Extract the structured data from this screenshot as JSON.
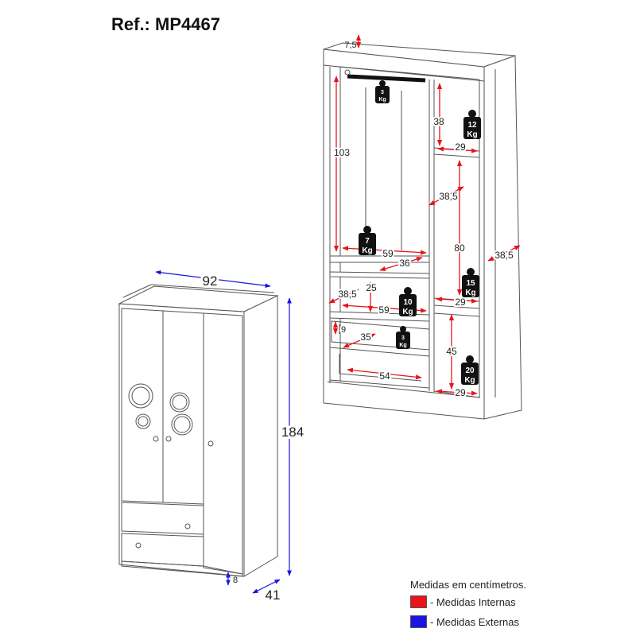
{
  "title": "Ref.: MP4467",
  "colors": {
    "internal": "#e8141a",
    "external": "#1a14e0",
    "line": "#555555",
    "weight": "#111111"
  },
  "legend": {
    "heading": "Medidas em centímetros.",
    "internal_label": "- Medidas Internas",
    "external_label": "- Medidas Externas"
  },
  "external_dims": {
    "width": "92",
    "height": "184",
    "depth": "41",
    "base": "8"
  },
  "internal_dims": {
    "top": "7,5",
    "hang_height": "103",
    "top_shelf_gap": "38",
    "shelf_width_r1": "29",
    "depth_mid": "38,5",
    "right_col_height": "80",
    "side_depth": "38,5",
    "hang_width": "59",
    "shelf_depth": "36",
    "niche_height": "25",
    "niche_depth": "38,5",
    "niche_width": "59",
    "shelf_width_r2": "29",
    "drawer_height": "9",
    "drawer_depth": "35",
    "lower_right_height": "45",
    "drawer_width": "54",
    "shelf_width_r3": "29"
  },
  "weights": {
    "rod": {
      "num": "3",
      "unit": "Kg"
    },
    "shelf_top_right": {
      "num": "12",
      "unit": "Kg"
    },
    "hang_floor": {
      "num": "7",
      "unit": "Kg"
    },
    "right_mid": {
      "num": "15",
      "unit": "Kg"
    },
    "niche": {
      "num": "10",
      "unit": "Kg"
    },
    "drawer": {
      "num": "3",
      "unit": "Kg"
    },
    "right_bottom": {
      "num": "20",
      "unit": "Kg"
    }
  }
}
